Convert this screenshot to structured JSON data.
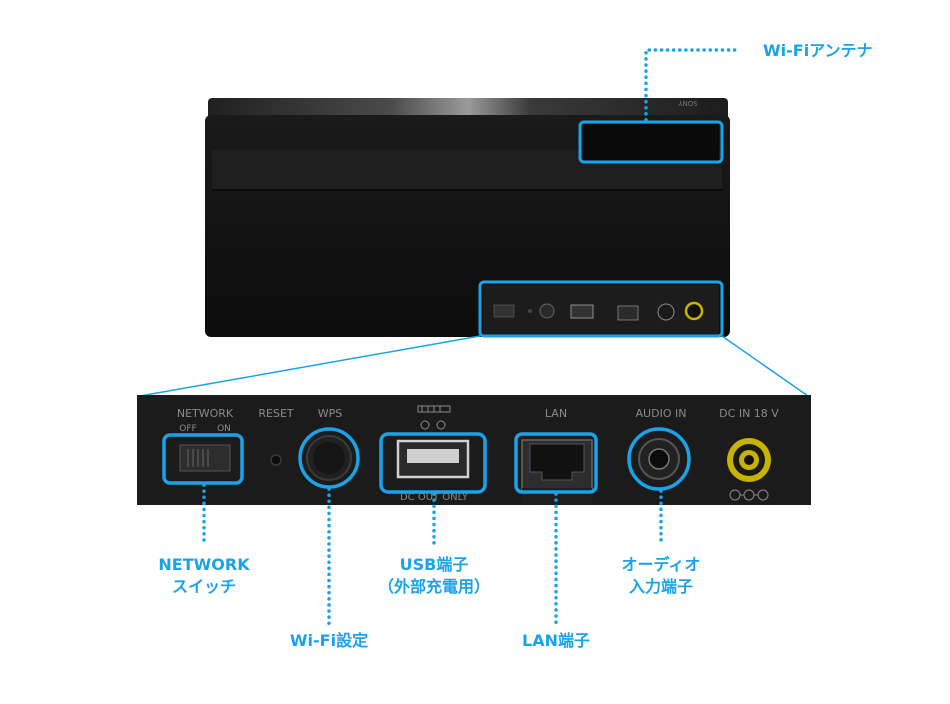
{
  "colors": {
    "accent": "#1aa3e8",
    "device": "#141414",
    "panel": "#1b1b1b",
    "panel_label": "#8a8a8a",
    "dc_ring": "#c8b400"
  },
  "device": {
    "brand": "SONY"
  },
  "panel": {
    "network_label": "NETWORK",
    "off_label": "OFF",
    "on_label": "ON",
    "reset_label": "RESET",
    "wps_label": "WPS",
    "usb_note": "DC OUT ONLY",
    "lan_label": "LAN",
    "audio_in_label": "AUDIO IN",
    "dc_in_label": "DC IN 18 V"
  },
  "callouts": {
    "antenna": "Wi-Fiアンテナ",
    "network_switch_1": "NETWORK",
    "network_switch_2": "スイッチ",
    "wifi_setting": "Wi-Fi設定",
    "usb_1": "USB端子",
    "usb_2": "（外部充電用）",
    "lan": "LAN端子",
    "audio_1": "オーディオ",
    "audio_2": "入力端子"
  }
}
